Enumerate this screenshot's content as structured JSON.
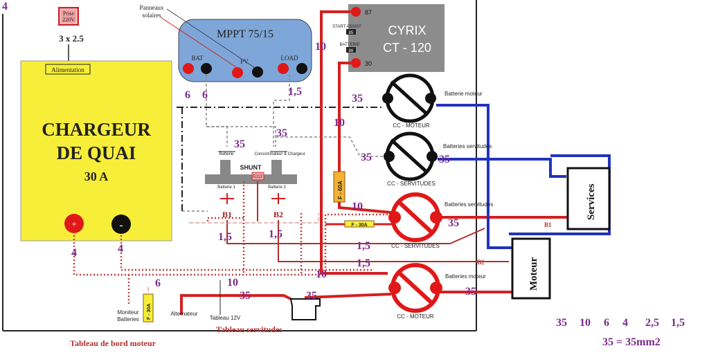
{
  "corner_mark": "4",
  "prise": {
    "line1": "Prise",
    "line2": "220V"
  },
  "prise_cable": "3 x 2.5",
  "alimentation": "Alimentation",
  "charger": {
    "line1": "CHARGEUR",
    "line2": "DE QUAI",
    "line3": "30 A",
    "plus": "+",
    "minus": "-"
  },
  "mppt": {
    "title": "MPPT 75/15",
    "bat": "BAT",
    "pv": "PV",
    "load": "LOAD",
    "panels1": "Panneaux",
    "panels2": "solaires"
  },
  "cyrix": {
    "line1": "CYRIX",
    "line2": "CT - 120",
    "t87": "87",
    "t30": "30",
    "start_assist": "START ASSIST",
    "sa_val": "85",
    "batterie": "BATTERIE",
    "bat_val": "86"
  },
  "shunt": {
    "title": "SHUNT",
    "batterie": "Batterie",
    "conso": "Consommateur & Chargeur",
    "bat1": "Batterie 1",
    "bat2": "Batterie 2",
    "rj": "RJ12",
    "b1": "B1",
    "b2": "B2"
  },
  "switches": {
    "cc_moteur_top": "CC - MOTEUR",
    "cc_serv_top": "CC - SERVITUDES",
    "cc_serv_red": "CC - SERVITUDES",
    "cc_moteur_red": "CC - MOTEUR",
    "bat_moteur_top": "Batterie moteur",
    "bat_serv_top": "Batteries servitudes",
    "bat_serv_red": "Batteries servitudes",
    "bat_moteur_red": "Batteries moteur"
  },
  "fuses": {
    "f60": "F - 60A",
    "f30": "F - 30A",
    "f30b": "F - 30A"
  },
  "batteries": {
    "services": "Services",
    "moteur": "Moteur"
  },
  "bottom": {
    "moniteur1": "Moniteur",
    "moniteur2": "Batteries",
    "alternateur": "Alternateur",
    "tableau12": "Tableau 12V",
    "tableau_serv": "Tableau servitudes",
    "tableau_moteur": "Tableau de bord  moteur"
  },
  "gauges": {
    "g6a": "6",
    "g6b": "6",
    "g15a": "1,5",
    "g35a": "35",
    "g10a": "10",
    "g35b": "35",
    "g35c": "35",
    "g10b": "10",
    "g35d": "35",
    "g35e": "35",
    "g15b": "1,5",
    "g15c": "1,5",
    "g15d": "1,5",
    "g15e": "1,5",
    "g10c": "10",
    "g10d": "10",
    "g35f": "35",
    "g35g": "35",
    "g6c": "6",
    "g4a": "4",
    "g4b": "4",
    "g10e": "10",
    "b1_mark": "B1",
    "b2_mark": "B2"
  },
  "legend": {
    "values": [
      "35",
      "10",
      "6",
      "4",
      "2,5",
      "1,5"
    ],
    "note": "35 = 35mm2"
  },
  "colors": {
    "red": "#d42020",
    "blue": "#2233bb",
    "yellow": "#f7ee3a",
    "mppt": "#7ea6d8",
    "cyrix": "#8c8c8c",
    "purple": "#7a2a8a"
  }
}
